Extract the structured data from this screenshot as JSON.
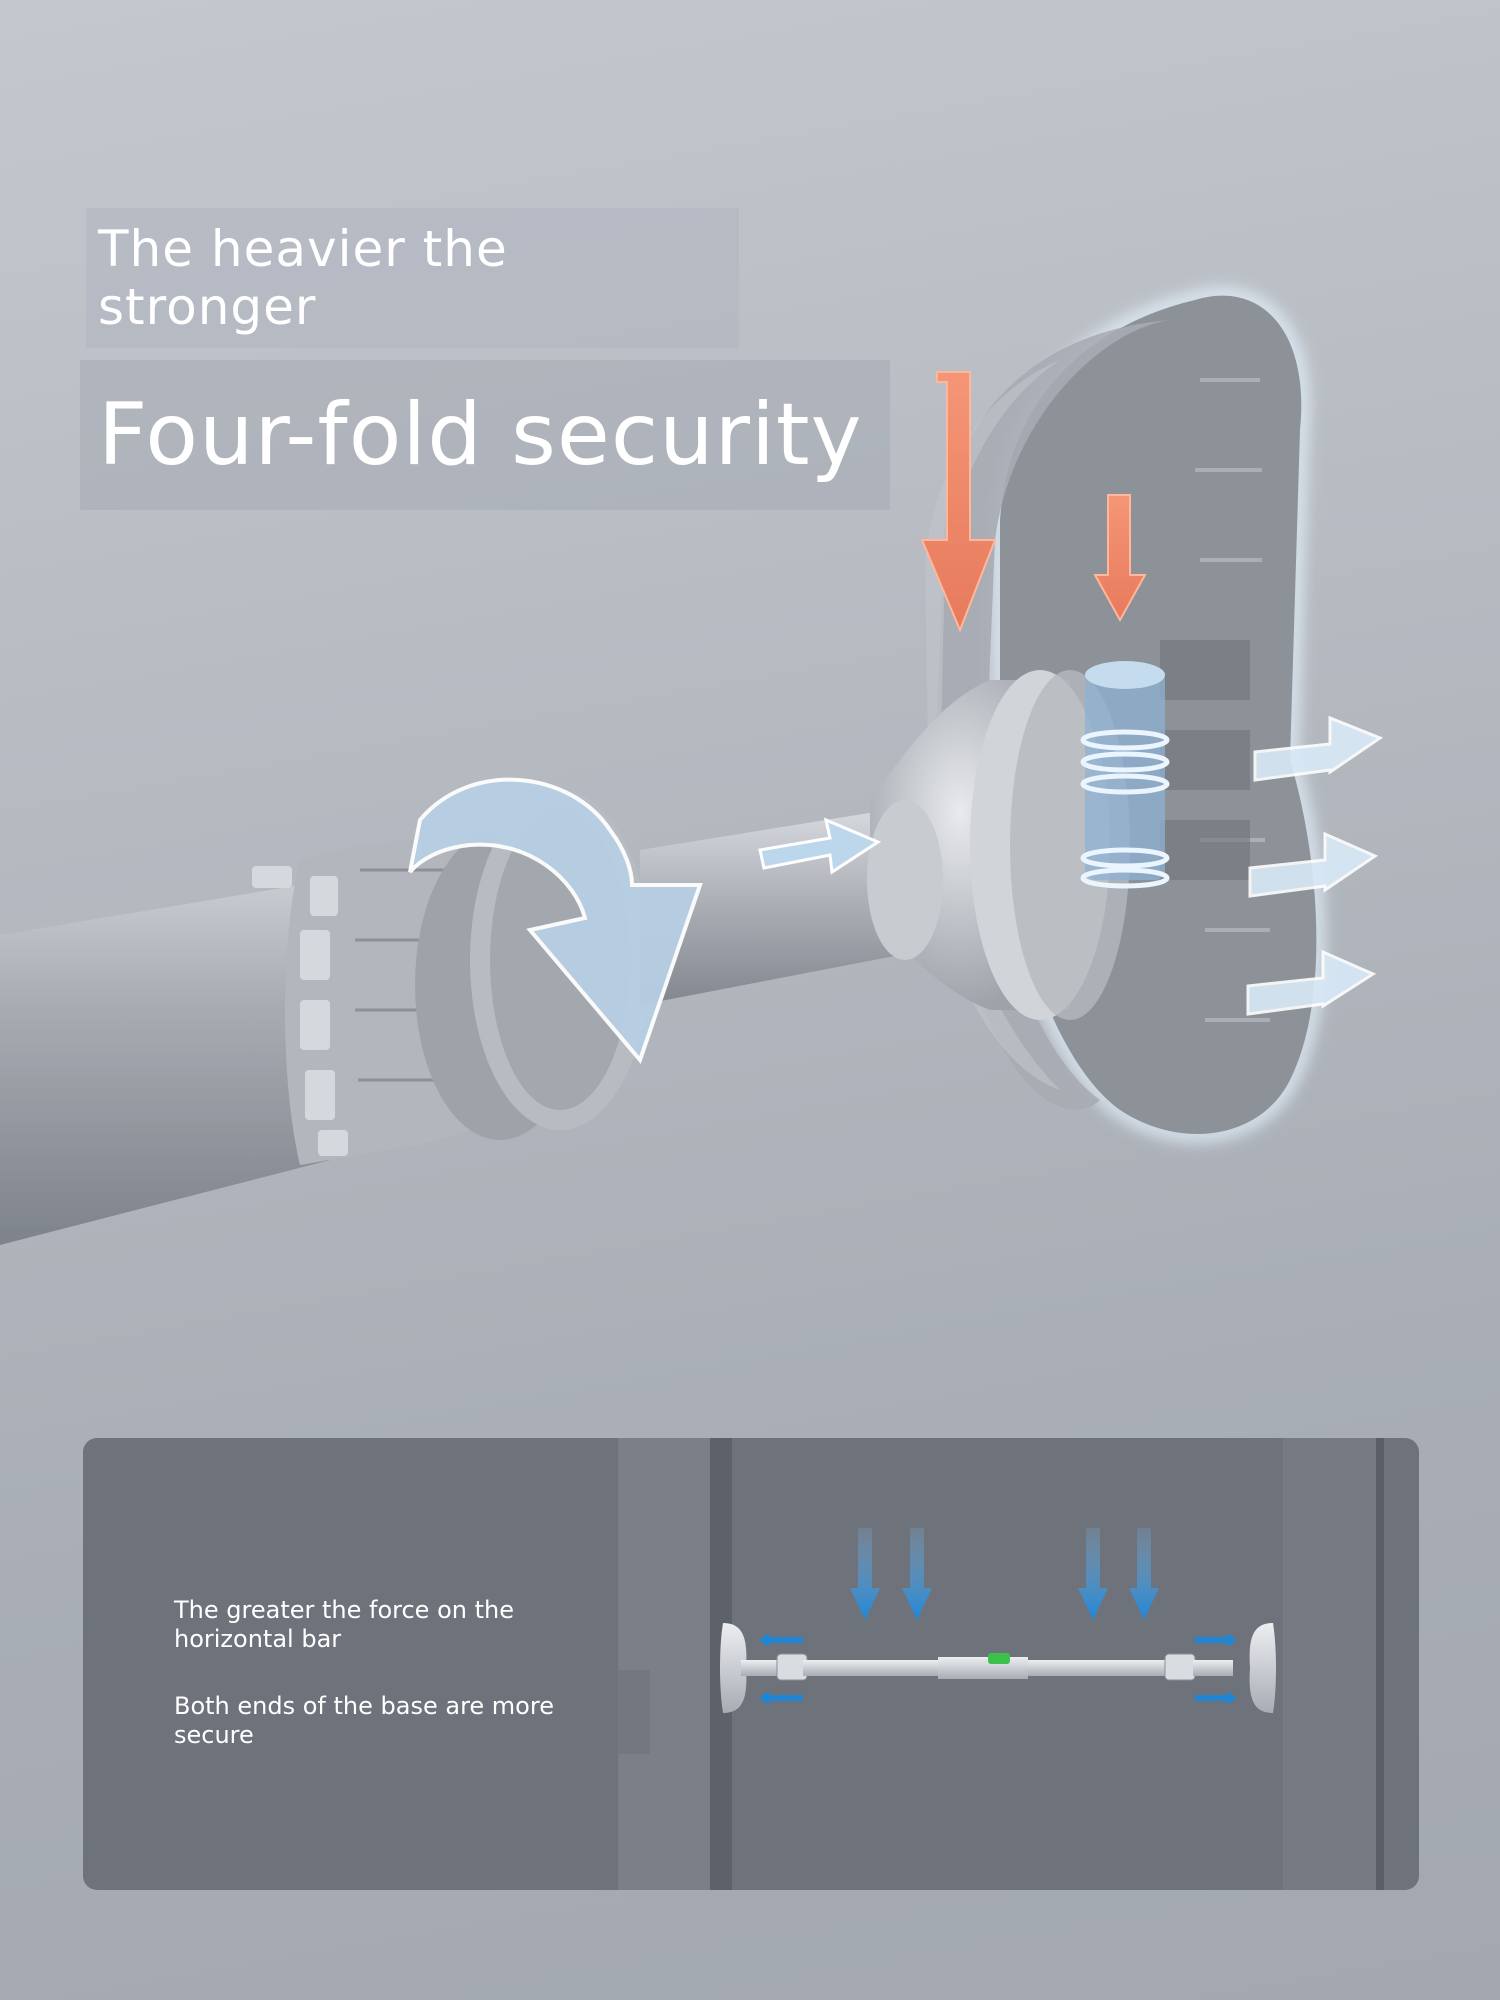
{
  "headline": {
    "line1": "The heavier the stronger",
    "line2": "Four-fold security"
  },
  "panel": {
    "caption1": "The greater the force on the horizontal bar",
    "caption2": "Both ends of the base are more secure"
  },
  "colors": {
    "down_arrow": "#f08a6a",
    "out_arrow": "#cfe4f5",
    "force_arrow": "#1f86d6",
    "level_bubble": "#3cc24a"
  }
}
